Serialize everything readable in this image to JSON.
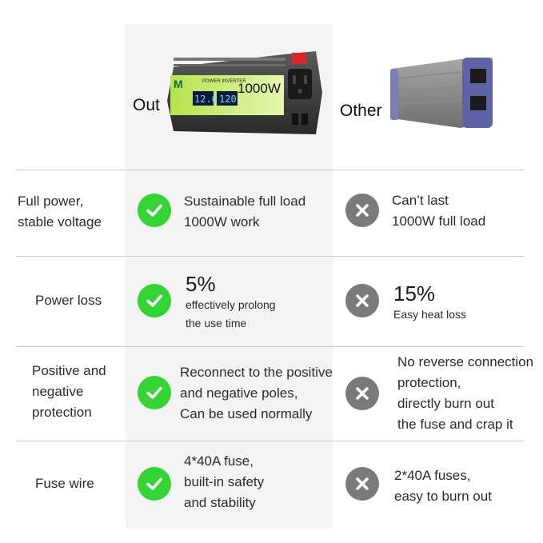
{
  "header": {
    "ours_label": "Out",
    "other_label": "Other",
    "ours_product": {
      "brand": "M",
      "title": "POWER INVERTER",
      "wattage": "1000W",
      "display_left": "12.6",
      "display_right": "120"
    }
  },
  "colors": {
    "check": "#35d435",
    "cross": "#7a7a7a",
    "ours_column_bg": "#f4f4f4",
    "divider": "#c9c9c9"
  },
  "icons": {
    "ours": "check-icon",
    "other": "cross-icon"
  },
  "rows": [
    {
      "feature": [
        "Full power,",
        "stable voltage"
      ],
      "ours": {
        "lines": [
          "Sustainable full load",
          "1000W work"
        ]
      },
      "other": {
        "lines": [
          "Can’t last",
          "1000W full load"
        ]
      }
    },
    {
      "feature": [
        "Power loss"
      ],
      "ours": {
        "big": "5%",
        "small": [
          "effectively prolong",
          "the use time"
        ]
      },
      "other": {
        "big": "15%",
        "small": [
          "Easy heat loss"
        ]
      }
    },
    {
      "feature": [
        "Positive and",
        "negative",
        "protection"
      ],
      "ours": {
        "lines": [
          "Reconnect  to the positive",
          "and negative poles,",
          "Can be used normally"
        ]
      },
      "other": {
        "lines": [
          "No reverse connection",
          "protection,",
          "directly burn out",
          "the fuse and crap it"
        ]
      }
    },
    {
      "feature": [
        "Fuse wire"
      ],
      "ours": {
        "lines": [
          "4*40A fuse,",
          "built-in safety",
          "and stability"
        ]
      },
      "other": {
        "lines": [
          "2*40A fuses,",
          "easy to burn out"
        ]
      }
    }
  ]
}
